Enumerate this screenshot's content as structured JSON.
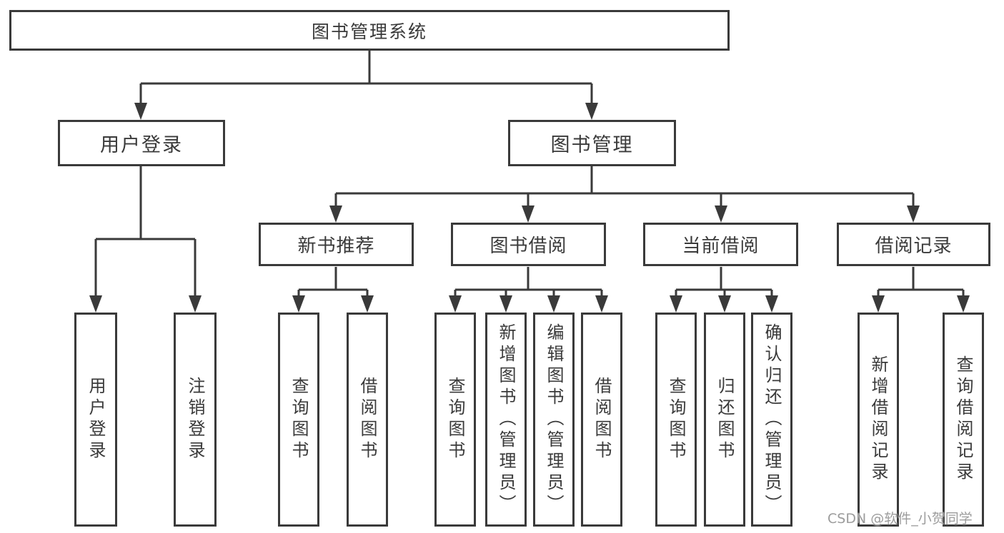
{
  "colors": {
    "line": "#3a3a3a",
    "text": "#3a3a3a",
    "background": "#ffffff",
    "watermark": "#9c9c9c"
  },
  "watermark": {
    "text": "CSDN @软件_小贺同学"
  },
  "tree": {
    "root": {
      "label": "图书管理系统"
    },
    "branches": [
      {
        "label": "用户登录",
        "children": [
          {
            "label": "用户登录"
          },
          {
            "label": "注销登录"
          }
        ]
      },
      {
        "label": "图书管理",
        "children": [
          {
            "label": "新书推荐",
            "children": [
              {
                "label": "查询图书"
              },
              {
                "label": "借阅图书"
              }
            ]
          },
          {
            "label": "图书借阅",
            "children": [
              {
                "label": "查询图书"
              },
              {
                "label": "新增图书（管理员）"
              },
              {
                "label": "编辑图书（管理员）"
              },
              {
                "label": "借阅图书"
              }
            ]
          },
          {
            "label": "当前借阅",
            "children": [
              {
                "label": "查询图书"
              },
              {
                "label": "归还图书"
              },
              {
                "label": "确认归还（管理员）"
              }
            ]
          },
          {
            "label": "借阅记录",
            "children": [
              {
                "label": "新增借阅记录"
              },
              {
                "label": "查询借阅记录"
              }
            ]
          }
        ]
      }
    ]
  }
}
